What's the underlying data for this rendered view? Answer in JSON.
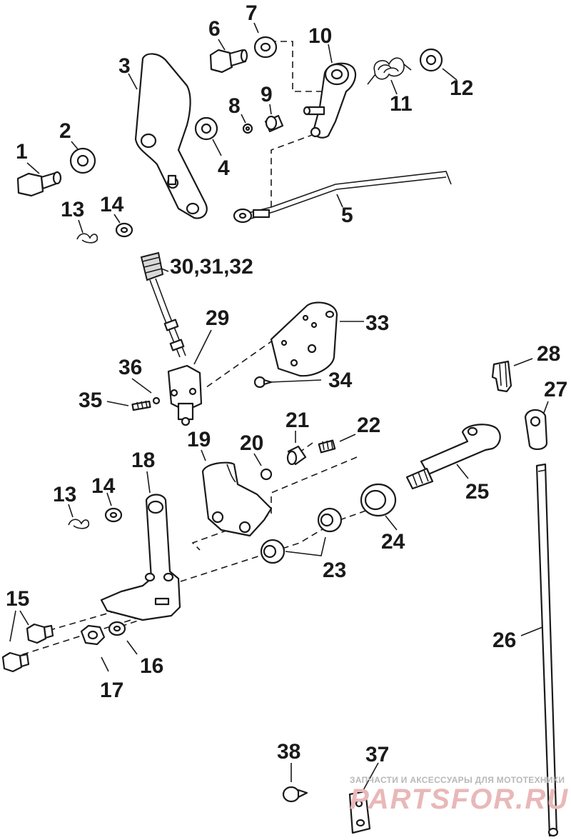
{
  "callouts": [
    {
      "id": "1",
      "label": "1"
    },
    {
      "id": "2",
      "label": "2"
    },
    {
      "id": "3",
      "label": "3"
    },
    {
      "id": "4",
      "label": "4"
    },
    {
      "id": "5",
      "label": "5"
    },
    {
      "id": "6",
      "label": "6"
    },
    {
      "id": "7",
      "label": "7"
    },
    {
      "id": "8",
      "label": "8"
    },
    {
      "id": "9",
      "label": "9"
    },
    {
      "id": "10",
      "label": "10"
    },
    {
      "id": "11",
      "label": "11"
    },
    {
      "id": "12",
      "label": "12"
    },
    {
      "id": "13a",
      "label": "13"
    },
    {
      "id": "14a",
      "label": "14"
    },
    {
      "id": "30",
      "label": "30,31,32"
    },
    {
      "id": "29",
      "label": "29"
    },
    {
      "id": "33",
      "label": "33"
    },
    {
      "id": "36",
      "label": "36"
    },
    {
      "id": "35",
      "label": "35"
    },
    {
      "id": "34",
      "label": "34"
    },
    {
      "id": "28",
      "label": "28"
    },
    {
      "id": "27",
      "label": "27"
    },
    {
      "id": "21",
      "label": "21"
    },
    {
      "id": "22",
      "label": "22"
    },
    {
      "id": "19",
      "label": "19"
    },
    {
      "id": "20",
      "label": "20"
    },
    {
      "id": "18",
      "label": "18"
    },
    {
      "id": "13b",
      "label": "13"
    },
    {
      "id": "14b",
      "label": "14"
    },
    {
      "id": "25",
      "label": "25"
    },
    {
      "id": "24",
      "label": "24"
    },
    {
      "id": "23",
      "label": "23"
    },
    {
      "id": "15",
      "label": "15"
    },
    {
      "id": "16",
      "label": "16"
    },
    {
      "id": "17",
      "label": "17"
    },
    {
      "id": "26",
      "label": "26"
    },
    {
      "id": "38",
      "label": "38"
    },
    {
      "id": "37",
      "label": "37"
    }
  ],
  "watermark": {
    "tagline": "ЗАПЧАСТИ И АКСЕССУАРЫ ДЛЯ МОТОТЕХНИКИ",
    "logo": "PARTSFOR.RU",
    "color": "#e9b8b8"
  }
}
